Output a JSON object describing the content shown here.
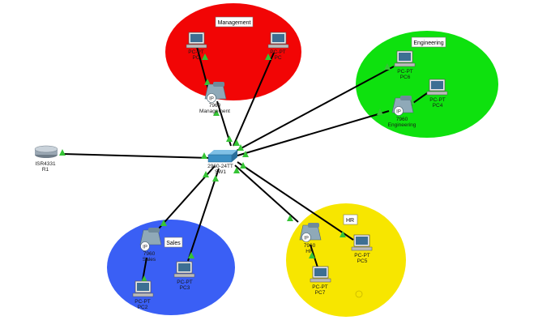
{
  "zones": {
    "management": {
      "label": "Management",
      "color": "#f20505"
    },
    "engineering": {
      "label": "Engineering",
      "color": "#0ee10e"
    },
    "sales": {
      "label": "Sales",
      "color": "#3a5ff5"
    },
    "hr": {
      "label": "HR",
      "color": "#f7e600"
    }
  },
  "devices": {
    "r1": {
      "model": "ISR4331",
      "name": "R1"
    },
    "sw1": {
      "model": "2960-24TT",
      "name": "SW1"
    },
    "mgmt_pc_a": {
      "model": "PC-PT",
      "name": "PC"
    },
    "mgmt_pc_b": {
      "model": "PC-PT",
      "name": "PC"
    },
    "mgmt_phone": {
      "model": "7960",
      "name": "Management"
    },
    "eng_pc6": {
      "model": "PC-PT",
      "name": "PC6"
    },
    "eng_pc4": {
      "model": "PC-PT",
      "name": "PC4"
    },
    "eng_phone": {
      "model": "7960",
      "name": "Engineering"
    },
    "sales_phone": {
      "model": "7960",
      "name": "Sales"
    },
    "sales_pc3": {
      "model": "PC-PT",
      "name": "PC3"
    },
    "sales_pc2": {
      "model": "PC-PT",
      "name": "PC2"
    },
    "hr_phone": {
      "model": "7960",
      "name": "HR"
    },
    "hr_pc5": {
      "model": "PC-PT",
      "name": "PC5"
    },
    "hr_pc7": {
      "model": "PC-PT",
      "name": "PC7"
    }
  },
  "colors": {
    "link": "#000000",
    "link_indicator": "#35c435",
    "router": "#9aa7b3",
    "switch": "#3b8fc4",
    "phone": "#8fa9b8",
    "pc_screen": "#3d6f93"
  }
}
